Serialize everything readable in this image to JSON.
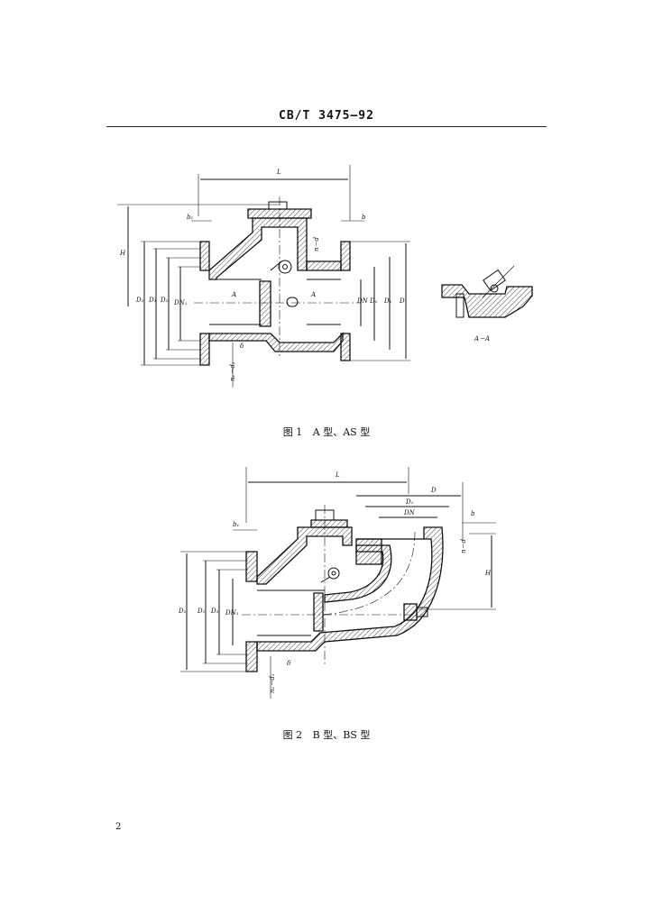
{
  "header": {
    "standard": "CB/T 3475—92"
  },
  "figure1": {
    "caption_no": "图 1",
    "caption_text": "A 型、AS 型",
    "labels": {
      "L": "L",
      "H": "H",
      "b1": "b₁",
      "b": "b",
      "nd": "n－d",
      "n1d1": "n₁－d₁",
      "D1": "D₁",
      "D2": "D₂",
      "DN1": "DN₁",
      "DN": "DN",
      "D": "D",
      "A": "A",
      "delta": "δ",
      "section": "A－A"
    }
  },
  "figure2": {
    "caption_no": "图 2",
    "caption_text": "B 型、BS 型",
    "labels": {
      "L": "L",
      "D": "D",
      "D1": "D₁",
      "DN": "DN",
      "b": "b",
      "b1": "b₁",
      "nd": "n－d",
      "H": "H",
      "D2": "D₂",
      "D3": "D₃",
      "DN1": "DN₁",
      "n1d1": "n₁－d₁",
      "delta": "δ"
    }
  },
  "page": {
    "number": "2"
  }
}
